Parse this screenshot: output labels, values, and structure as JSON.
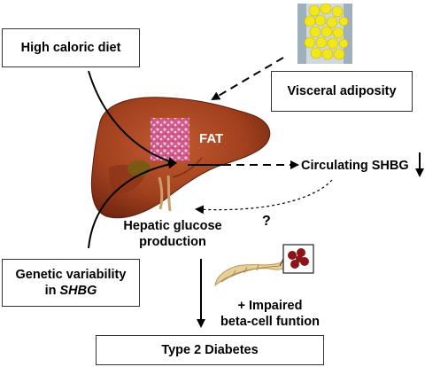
{
  "boxes": {
    "high_caloric_diet": "High caloric diet",
    "visceral_adiposity": "Visceral adiposity",
    "genetic_variability_line1": "Genetic variability",
    "genetic_variability_line2_prefix": "in ",
    "genetic_variability_line2_gene": "SHBG",
    "type2_diabetes": "Type 2 Diabetes"
  },
  "labels": {
    "fat": "FAT",
    "circulating_shbg": "Circulating SHBG",
    "hepatic_glucose_line1": "Hepatic glucose",
    "hepatic_glucose_line2": "production",
    "question_mark": "?",
    "impaired_line1": "+ Impaired",
    "impaired_line2": "beta-cell funtion"
  },
  "colors": {
    "liver_dark": "#7a2a12",
    "liver_mid": "#a0401d",
    "liver_light": "#c25b32",
    "fat_tissue": "#d25a8a",
    "adipocyte": "#f2e61c",
    "pancreas": "#e7cf9a",
    "islet": "#8a1418"
  }
}
